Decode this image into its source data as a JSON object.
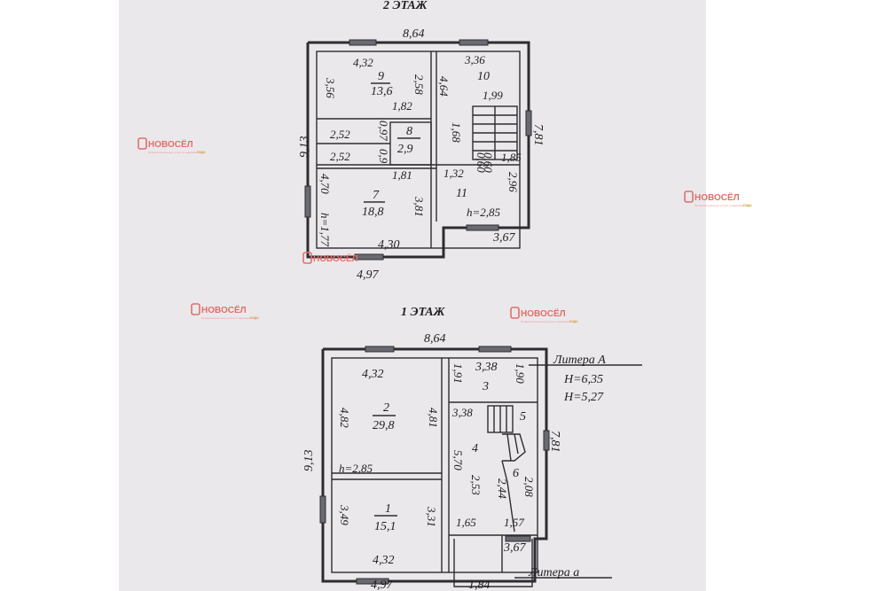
{
  "floors": {
    "second": {
      "title": "2 ЭТАЖ",
      "width_top": "8,64",
      "height_left": "9,13",
      "height_right": "7,81",
      "bottom_left": "4,97",
      "bottom_right": "3,67",
      "room9": {
        "num": "9",
        "area": "13,6",
        "w": "4,32",
        "h_left": "3,56",
        "h_right": "2,58"
      },
      "room10": {
        "num": "10",
        "w": "3,36",
        "h": "4,64",
        "w2": "1,99"
      },
      "room8": {
        "num": "8",
        "area": "2,9",
        "w_top": "1,82",
        "w_bot": "1,81",
        "h": "0,97",
        "h2": "0,9"
      },
      "corridor": {
        "w1": "2,52",
        "w2": "2,52"
      },
      "stair": {
        "h": "1,68",
        "w": "1,85",
        "h2": "0,60"
      },
      "room7": {
        "num": "7",
        "area": "18,8",
        "h_left": "4,70",
        "h_right": "3,81",
        "w": "4,30",
        "ceiling": "h=1,77"
      },
      "room11": {
        "num": "11",
        "w": "1,32",
        "h_mid": "0,60",
        "h": "2,96",
        "ceiling": "h=2,85"
      }
    },
    "first": {
      "title": "1 ЭТАЖ",
      "width_top": "8,64",
      "height_left": "9,13",
      "height_right": "7,81",
      "bottom_left": "4,97",
      "bottom_mid": "1,84",
      "bottom_right": "3,67",
      "room2": {
        "num": "2",
        "area": "29,8",
        "w": "4,32",
        "h_left": "4,82",
        "h_right": "4,81",
        "ceiling": "h=2,85"
      },
      "room3": {
        "num": "3",
        "w": "3,38",
        "w2": "3,38",
        "h_left": "1,91",
        "h_right": "1,90"
      },
      "room5": {
        "num": "5"
      },
      "room4": {
        "num": "4",
        "h": "5,70",
        "h2": "2,53",
        "h3": "2,44"
      },
      "room6": {
        "num": "6",
        "h": "2,08"
      },
      "room1": {
        "num": "1",
        "area": "15,1",
        "w": "4,32",
        "h_left": "3,49",
        "h_right": "3,31"
      },
      "bottom_dims": {
        "a": "1,65",
        "b": "1,57"
      }
    },
    "litera": {
      "name": "Литера А",
      "h1": "Н=6,35",
      "h2": "Н=5,27",
      "annex": "Литера а"
    }
  },
  "watermark": {
    "brand": "НОВОСЁЛ",
    "sub": "Профессиональные услуги в недвижимости",
    "years": "ГОДА"
  }
}
